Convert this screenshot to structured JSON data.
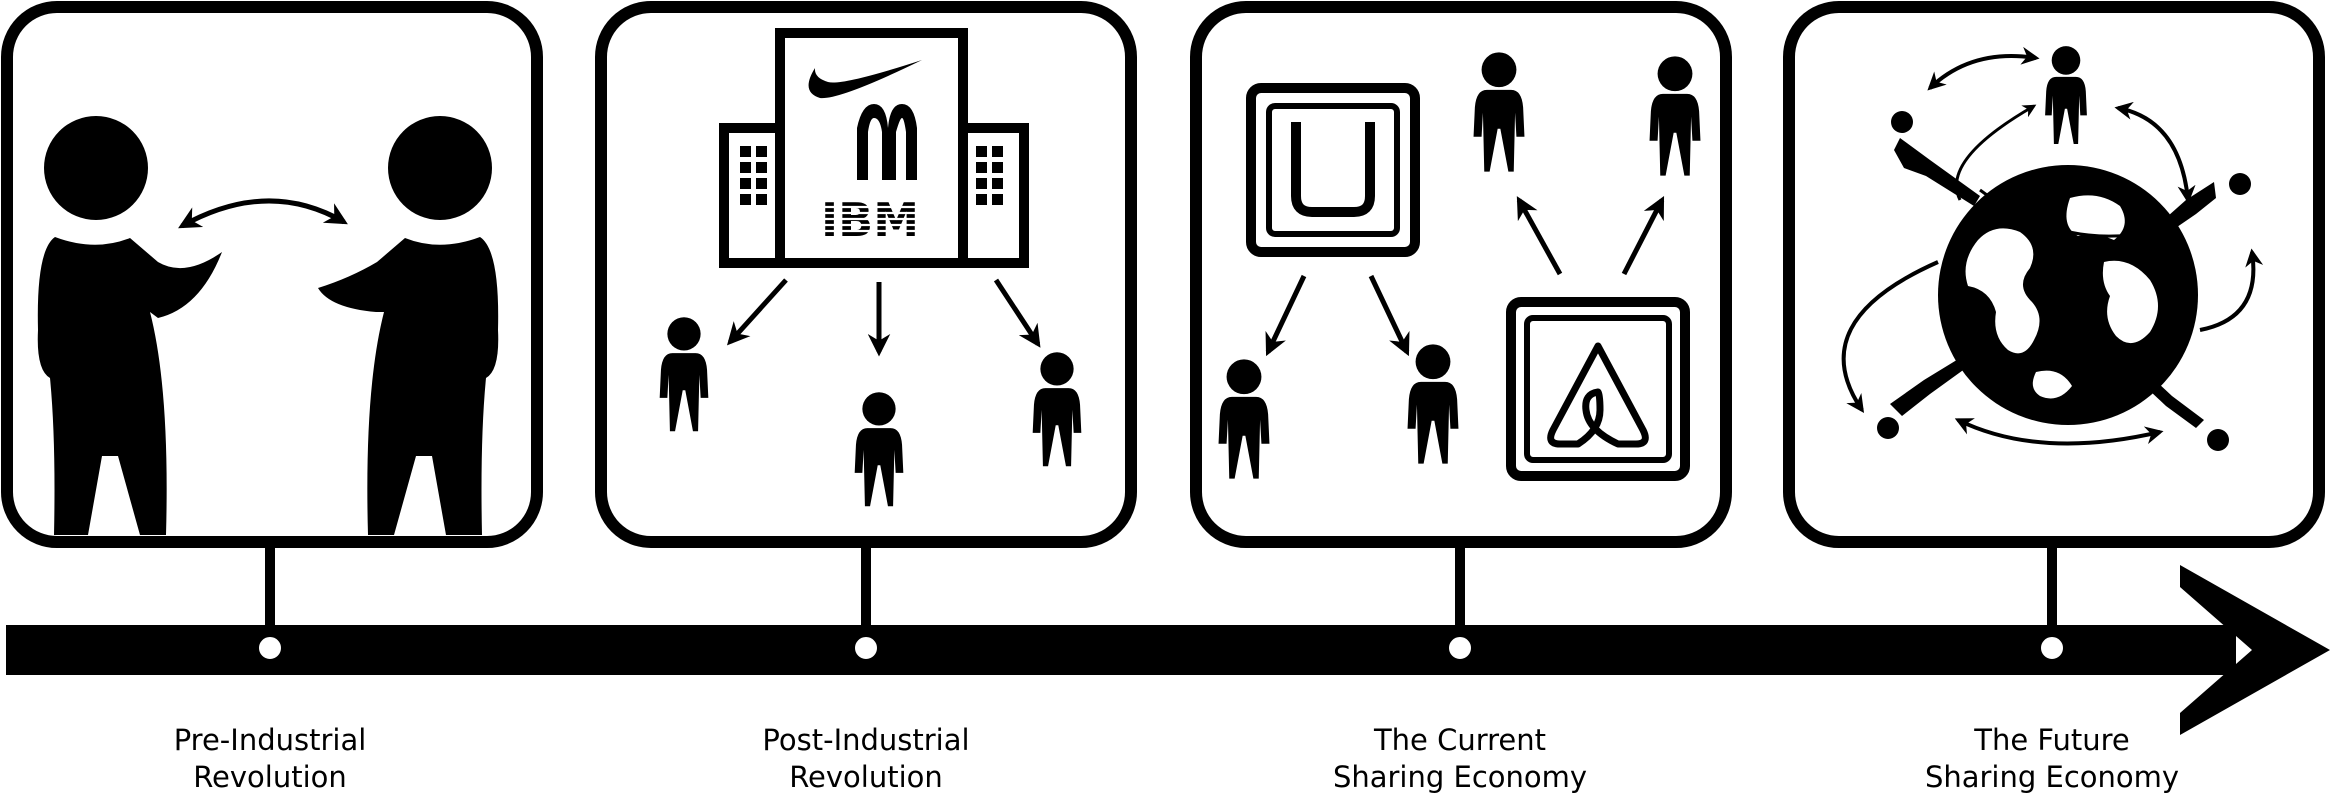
{
  "stages": [
    {
      "line1": "Pre-Industrial",
      "line2": "Revolution",
      "icons": [
        "person-icon",
        "person-icon",
        "double-arrow-icon"
      ]
    },
    {
      "line1": "Post-Industrial",
      "line2": "Revolution",
      "icons": [
        "corporate-building-icon",
        "swoosh-logo-icon",
        "arches-logo-icon",
        "ibm-logo-icon",
        "person-icon",
        "arrow-icon"
      ],
      "logo_text": "IBM"
    },
    {
      "line1": "The Current",
      "line2": "Sharing Economy",
      "icons": [
        "ride-app-logo-icon",
        "home-sharing-logo-icon",
        "person-icon",
        "arrow-icon"
      ]
    },
    {
      "line1": "The Future",
      "line2": "Sharing Economy",
      "icons": [
        "globe-icon",
        "person-icon",
        "double-arrow-icon"
      ]
    }
  ],
  "colors": {
    "ink": "#000000",
    "background": "#ffffff"
  }
}
